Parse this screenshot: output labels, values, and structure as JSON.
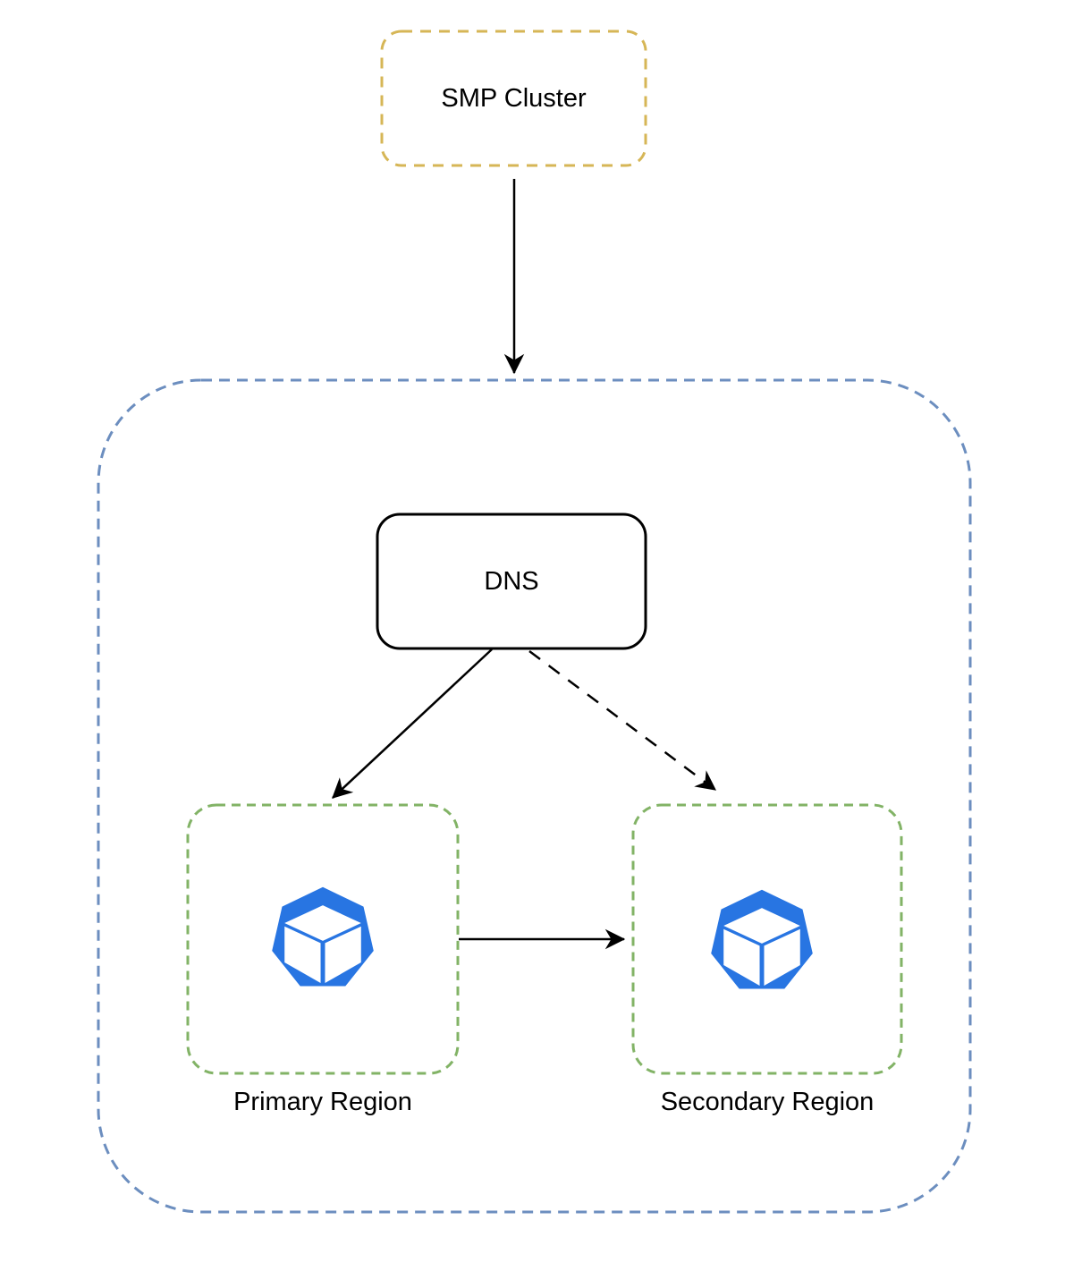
{
  "diagram": {
    "nodes": {
      "smp_cluster": {
        "label": "SMP Cluster",
        "border_style": "dashed"
      },
      "dns": {
        "label": "DNS",
        "border_style": "solid"
      },
      "primary_region": {
        "label": "Primary Region",
        "border_style": "dashed",
        "icon": "kubernetes-node-icon"
      },
      "secondary_region": {
        "label": "Secondary Region",
        "border_style": "dashed",
        "icon": "kubernetes-node-icon"
      },
      "outer_container": {
        "label": "",
        "border_style": "dashed"
      }
    },
    "edges": [
      {
        "from": "SMP Cluster",
        "to": "outer container",
        "style": "solid",
        "arrowhead": "filled"
      },
      {
        "from": "DNS",
        "to": "Primary Region",
        "style": "solid",
        "arrowhead": "filled"
      },
      {
        "from": "DNS",
        "to": "Secondary Region",
        "style": "dashed",
        "arrowhead": "filled"
      },
      {
        "from": "Primary Region",
        "to": "Secondary Region",
        "style": "solid",
        "arrowhead": "filled"
      }
    ],
    "colors": {
      "smp_cluster_border": "#D6B656",
      "outer_container_border": "#6C8EBF",
      "region_border": "#82B366",
      "dns_border": "#000000",
      "node_icon": "#2875E2",
      "arrow": "#000000",
      "text": "#000000",
      "background": "#FFFFFF"
    }
  }
}
